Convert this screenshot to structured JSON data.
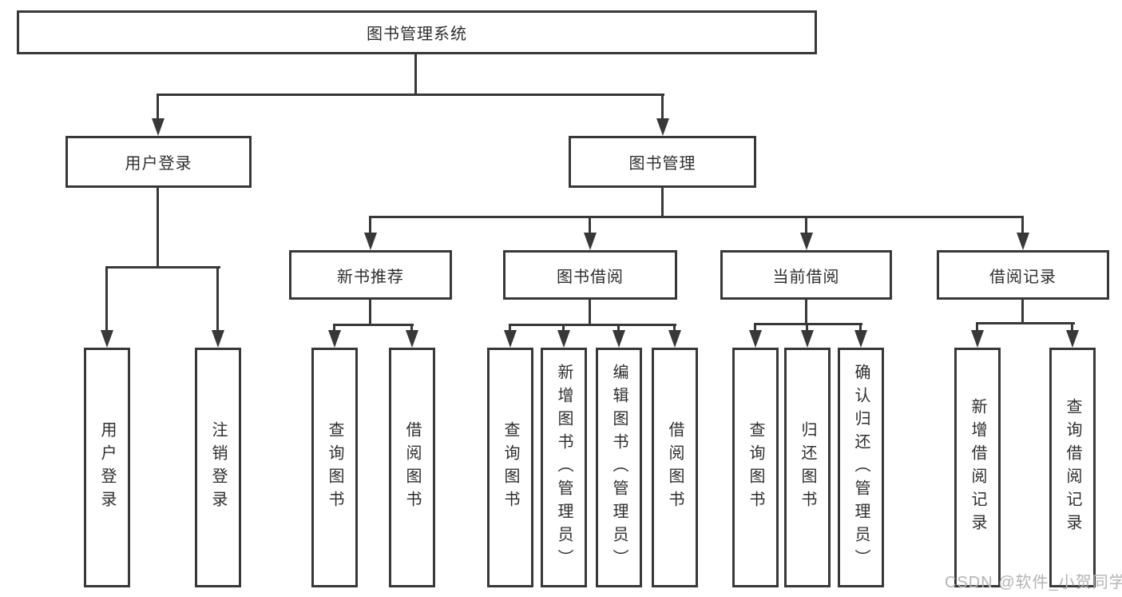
{
  "diagram": {
    "type": "tree",
    "root": {
      "label": "图书管理系统"
    },
    "branches": [
      {
        "label": "用户登录",
        "children": [
          {
            "label": "用户登录"
          },
          {
            "label": "注销登录"
          }
        ]
      },
      {
        "label": "图书管理",
        "children": [
          {
            "label": "新书推荐",
            "children": [
              {
                "label": "查询图书"
              },
              {
                "label": "借阅图书"
              }
            ]
          },
          {
            "label": "图书借阅",
            "children": [
              {
                "label": "查询图书"
              },
              {
                "label": "新增图书（管理员）"
              },
              {
                "label": "编辑图书（管理员）"
              },
              {
                "label": "借阅图书"
              }
            ]
          },
          {
            "label": "当前借阅",
            "children": [
              {
                "label": "查询图书"
              },
              {
                "label": "归还图书"
              },
              {
                "label": "确认归还（管理员）"
              }
            ]
          },
          {
            "label": "借阅记录",
            "children": [
              {
                "label": "新增借阅记录"
              },
              {
                "label": "查询借阅记录"
              }
            ]
          }
        ]
      }
    ]
  },
  "watermark": {
    "text": "CSDN @软件_小贺同学"
  },
  "colors": {
    "line": "#383838",
    "box_fill": "#ffffff",
    "text": "#2e2e2e",
    "watermark": "#b3b3b3"
  }
}
